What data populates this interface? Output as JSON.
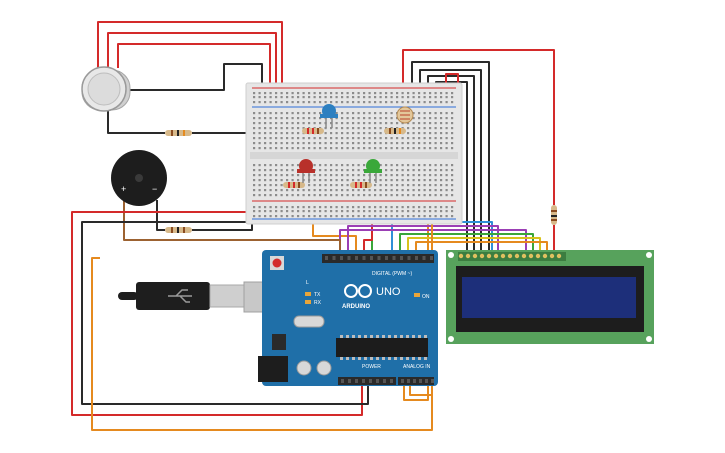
{
  "arduino": {
    "brand": "ARDUINO",
    "model": "UNO",
    "digital_header": "DIGITAL (PWM ~)",
    "power_header": "POWER",
    "analog_header": "ANALOG IN",
    "led_on": "ON",
    "led_tx": "TX",
    "led_rx": "RX",
    "led_l": "L"
  },
  "buzzer": {
    "plus": "+",
    "minus": "−"
  },
  "colors": {
    "board": "#1f6fa8",
    "breadboard": "#e6e6e6",
    "lcd_pcb": "#57a25c",
    "lcd_screen": "#1d2f7a",
    "wire_red": "#d42a2a",
    "wire_black": "#2a2a2a",
    "wire_orange": "#e58a1f",
    "wire_brown": "#9c6231",
    "wire_green": "#3aa639",
    "wire_blue": "#2f8fd8",
    "wire_purple": "#9b3fb5",
    "wire_yellow": "#d8c21c",
    "led_blue": "#2c7fc0",
    "led_red": "#b8302a",
    "led_green": "#3aa83a"
  }
}
